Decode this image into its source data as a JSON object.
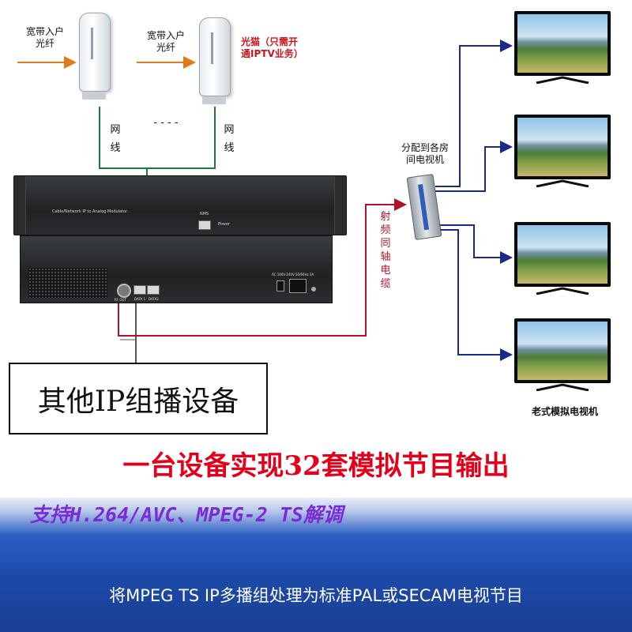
{
  "top": {
    "router1_label": [
      "宽带入户",
      "光纤"
    ],
    "router2_label": [
      "宽带入户",
      "光纤"
    ],
    "modem_label": [
      "光猫（只需开",
      "通IPTV业务）"
    ],
    "cable_left": [
      "网",
      "线"
    ],
    "cable_right": [
      "网",
      "线"
    ],
    "dash": "- - - -"
  },
  "device": {
    "front_model": "Cable/Network IP to Analog Modulator",
    "front_port_label": "NMS",
    "front_power_label": "Power",
    "rear_rf_label": "RF OUT",
    "rear_data1_label": "DATA 1",
    "rear_data2_label": "DATA2",
    "rear_power_spec": "AC 100V-240V 50/60Hz 2A"
  },
  "splitter": {
    "label": [
      "分配到各房",
      "间电视机"
    ]
  },
  "coax_label": [
    "射",
    "频",
    "同",
    "轴",
    "电",
    "缆"
  ],
  "tv_label": "老式模拟电视机",
  "other_device_box": "其他IP组播设备",
  "headline": "一台设备实现32套模拟节目输出",
  "band_title": "支持H.264/AVC、MPEG-2 TS解调",
  "band_subtitle": "将MPEG TS IP多播组处理为标准PAL或SECAM电视节目",
  "colors": {
    "orange_arrow": "#e07a1a",
    "green_line": "#1e7a3c",
    "red_line": "#b0142a",
    "blue_line": "#1a2a8c",
    "headline_red": "#e4001b",
    "band_blue": "#1c49a8"
  }
}
